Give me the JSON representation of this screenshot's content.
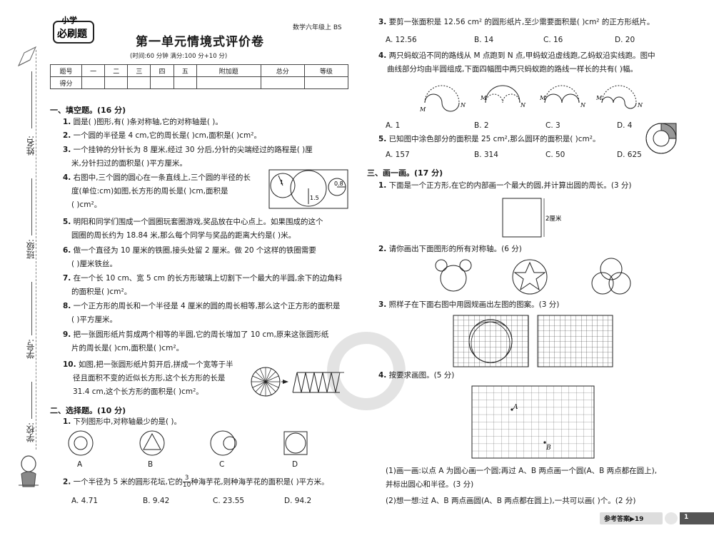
{
  "header": {
    "grade": "数学六年级上 BS",
    "title": "第一单元情境式评价卷",
    "subtitle": "(时间:60 分钟  满分:100 分+10 分)",
    "logo_line1": "小学",
    "logo_line2": "必刷题"
  },
  "binding": {
    "name": "姓名:",
    "class": "班级:",
    "number": "学号:",
    "school": "学校:"
  },
  "score_table": {
    "row1": [
      "题号",
      "一",
      "二",
      "三",
      "四",
      "五",
      "附加题",
      "总分",
      "等级"
    ],
    "row2_label": "得分"
  },
  "s1": {
    "title": "一、填空题。(16 分)"
  },
  "q1_1": {
    "num": "1.",
    "text": "圆是(      )图形,有(      )条对称轴,它的对称轴是(                           )。"
  },
  "q1_2": {
    "num": "2.",
    "text": "一个圆的半径是 4 cm,它的周长是(      )cm,面积是(      )cm²。"
  },
  "q1_3": {
    "num": "3.",
    "l1": "一个挂钟的分针长为 8 厘米,经过 30 分后,分针的尖端经过的路程是(      )厘",
    "l2": "米,分针扫过的面积是(      )平方厘米。"
  },
  "q1_4": {
    "num": "4.",
    "l1": "右图中,三个圆的圆心在一条直线上,三个圆的半径的长",
    "l2": "度(单位:cm)如图,长方形的周长是(      )cm,面积是",
    "l3": "(      )cm²。",
    "lab1": "1",
    "lab2": "1.5",
    "lab3": "0.8"
  },
  "q1_5": {
    "num": "5.",
    "l1": "明阳和同学们围成一个圆圈玩套圈游戏,奖品放在中心点上。如果围成的这个",
    "l2": "圆圈的周长约为 18.84 米,那么每个同学与奖品的距离大约是(      )米。"
  },
  "q1_6": {
    "num": "6.",
    "l1": "做一个直径为 10 厘米的铁圈,接头处留 2 厘米。做 20 个这样的铁圈需要",
    "l2": "(      )厘米铁丝。"
  },
  "q1_7": {
    "num": "7.",
    "l1": "在一个长 10 cm、宽 5 cm 的长方形玻璃上切割下一个最大的半圆,余下的边角料",
    "l2": "的面积是(      )cm²。"
  },
  "q1_8": {
    "num": "8.",
    "l1": "一个正方形的周长和一个半径是 4 厘米的圆的周长相等,那么这个正方形的面积是",
    "l2": "(      )平方厘米。"
  },
  "q1_9": {
    "num": "9.",
    "l1": "把一张圆形纸片剪成两个相等的半圆,它的周长增加了 10 cm,原来这张圆形纸",
    "l2": "片的周长是(      )cm,面积是(      )cm²。"
  },
  "q1_10": {
    "num": "10.",
    "l1": "如图,把一张圆形纸片剪开后,拼成一个宽等于半",
    "l2": "径且面积不变的近似长方形,这个长方形的长是",
    "l3": "31.4 cm,这个长方形的面积是(      )cm²。"
  },
  "s2": {
    "title": "二、选择题。(10 分)"
  },
  "q2_1": {
    "num": "1.",
    "text": "下列图形中,对称轴最少的是(      )。",
    "opts": [
      "A",
      "B",
      "C",
      "D"
    ]
  },
  "q2_2": {
    "num": "2.",
    "pre": "一个半径为 5 米的圆形花坛,它的",
    "frac_num": "3",
    "frac_den": "10",
    "post": "种海芋花,则种海芋花的面积是(      )平方米。",
    "opts": [
      "A. 4.71",
      "B. 9.42",
      "C. 23.55",
      "D. 94.2"
    ]
  },
  "q2_3": {
    "num": "3.",
    "text": "要剪一张面积是 12.56 cm² 的圆形纸片,至少需要面积是(      )cm² 的正方形纸片。",
    "opts": [
      "A. 12.56",
      "B. 14",
      "C. 16",
      "D. 20"
    ]
  },
  "q2_4": {
    "num": "4.",
    "l1": "两只蚂蚁沿不同的路线从 M 点跑到 N 点,甲蚂蚁沿虚线跑,乙蚂蚁沿实线跑。图中",
    "l2": "曲线部分均由半圆组成,下面四幅图中两只蚂蚁跑的路线一样长的共有(      )幅。",
    "m": "M",
    "nn": "N",
    "opts": [
      "A. 1",
      "B. 2",
      "C. 3",
      "D. 4"
    ]
  },
  "q2_5": {
    "num": "5.",
    "text": "已知图中涂色部分的面积是 25 cm²,那么圆环的面积是(      )cm²。",
    "opts": [
      "A. 157",
      "B. 314",
      "C. 50",
      "D. 625"
    ]
  },
  "s3": {
    "title": "三、画一画。(17 分)"
  },
  "q3_1": {
    "num": "1.",
    "text": "下面是一个正方形,在它的内部画一个最大的圆,并计算出圆的周长。(3 分)",
    "side": "2厘米"
  },
  "q3_2": {
    "num": "2.",
    "text": "请你画出下面图形的所有对称轴。(6 分)"
  },
  "q3_3": {
    "num": "3.",
    "text": "照样子在下面右图中用圆规画出左图的图案。(3 分)"
  },
  "q3_4": {
    "num": "4.",
    "text": "按要求画图。(5 分)",
    "ptA": "A",
    "ptB": "B",
    "sub1_l1": "(1)画一画:以点 A 为圆心画一个圆;再过 A、B 两点画一个圆(A、B 两点都在圆上),",
    "sub1_l2": "并标出圆心和半径。(3 分)",
    "sub2": "(2)想一想:过 A、B 两点画圆(A、B 两点都在圆上),一共可以画(      )个。(2 分)"
  },
  "footer": {
    "answer": "参考答案▶19",
    "page": "1"
  }
}
